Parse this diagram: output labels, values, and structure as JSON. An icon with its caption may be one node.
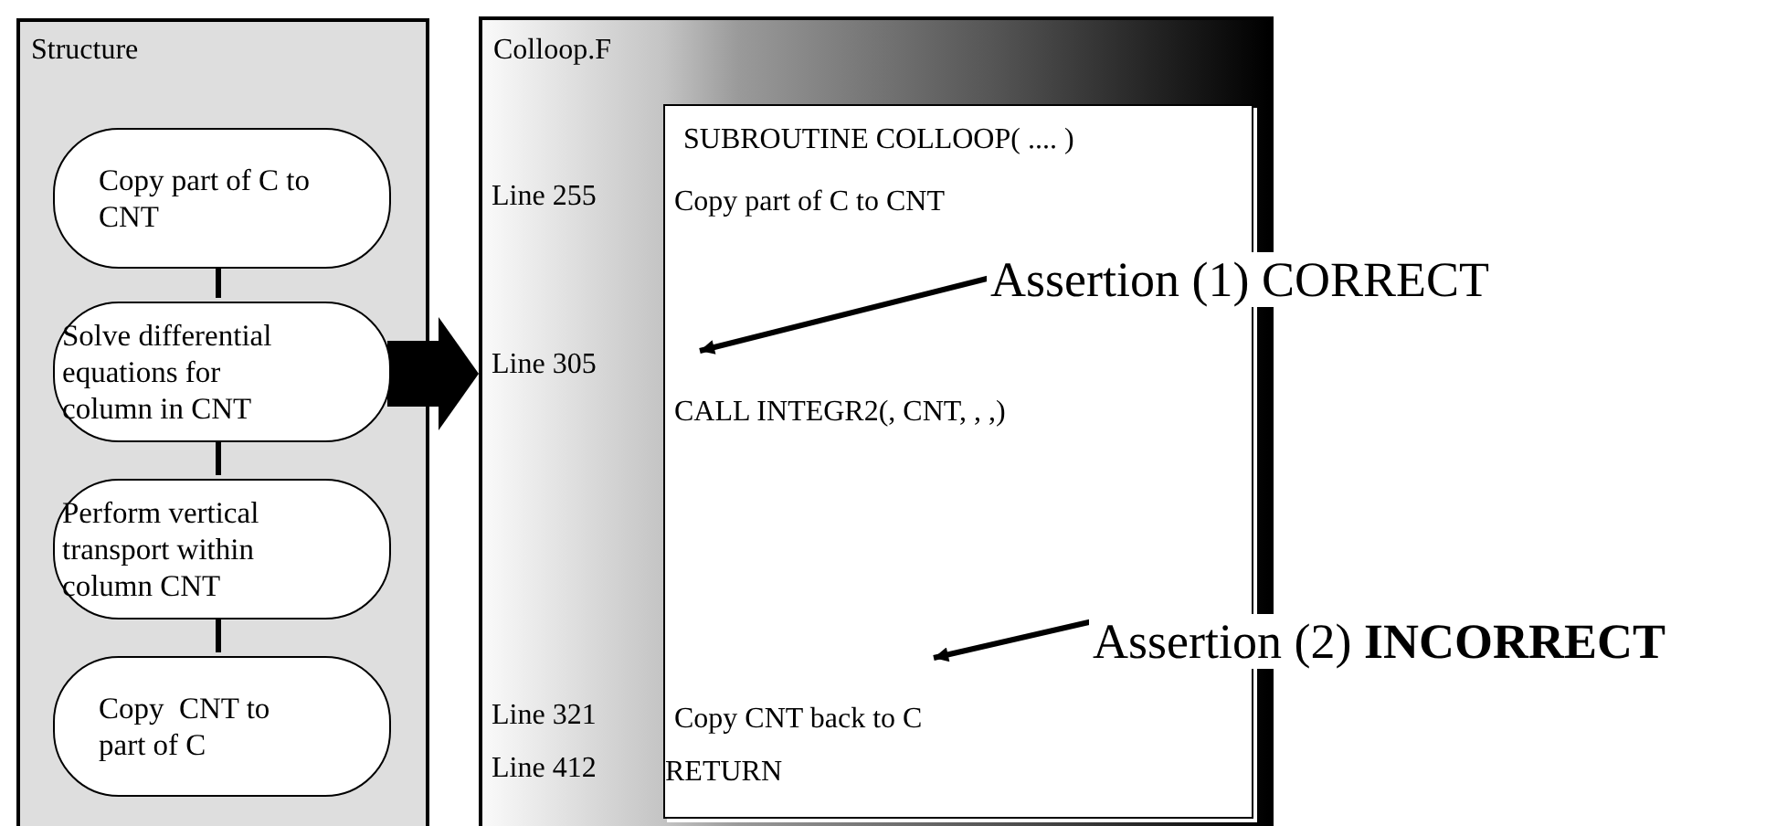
{
  "diagram": {
    "nodes": [
      {
        "text": [
          "Structure"
        ]
      },
      {
        "text": [
          "Copy part of C to CNT"
        ],
        "in": 0
      },
      {
        "text": [
          "Solve differential equations for column in CNT"
        ],
        "in": 0
      },
      {
        "text": [
          "Perform vertical transport within column CNT"
        ],
        "in": 0
      },
      {
        "text": [
          "Copy  CNT to part of C"
        ],
        "in": 0
      },
      {
        "text": [
          "Colloop.F",
          "Line 255",
          "Line 305",
          "Line 321",
          "Line 412"
        ]
      },
      {
        "text": [
          "SUBROUTINE COLLOOP( .... )",
          "Copy part of C to CNT",
          "CALL INTEGR2(, CNT, , ,)",
          "Copy CNT back to C",
          "RETURN"
        ],
        "in": 5
      },
      {
        "text": [
          "Assertion (1) CORRECT"
        ]
      },
      {
        "text": [
          "Assertion (2) **INCORRECT**"
        ]
      }
    ],
    "edges": [
      {
        "from": 1,
        "to": 2,
        "arrow": "none"
      },
      {
        "from": 2,
        "to": 3,
        "arrow": "none"
      },
      {
        "from": 3,
        "to": 4,
        "arrow": "none"
      },
      {
        "from": 2,
        "to": 5,
        "arrow": "to",
        "style": "thick"
      },
      {
        "from": 7,
        "to": 6,
        "arrow": "to"
      },
      {
        "from": 8,
        "to": 6,
        "arrow": "to"
      }
    ]
  }
}
